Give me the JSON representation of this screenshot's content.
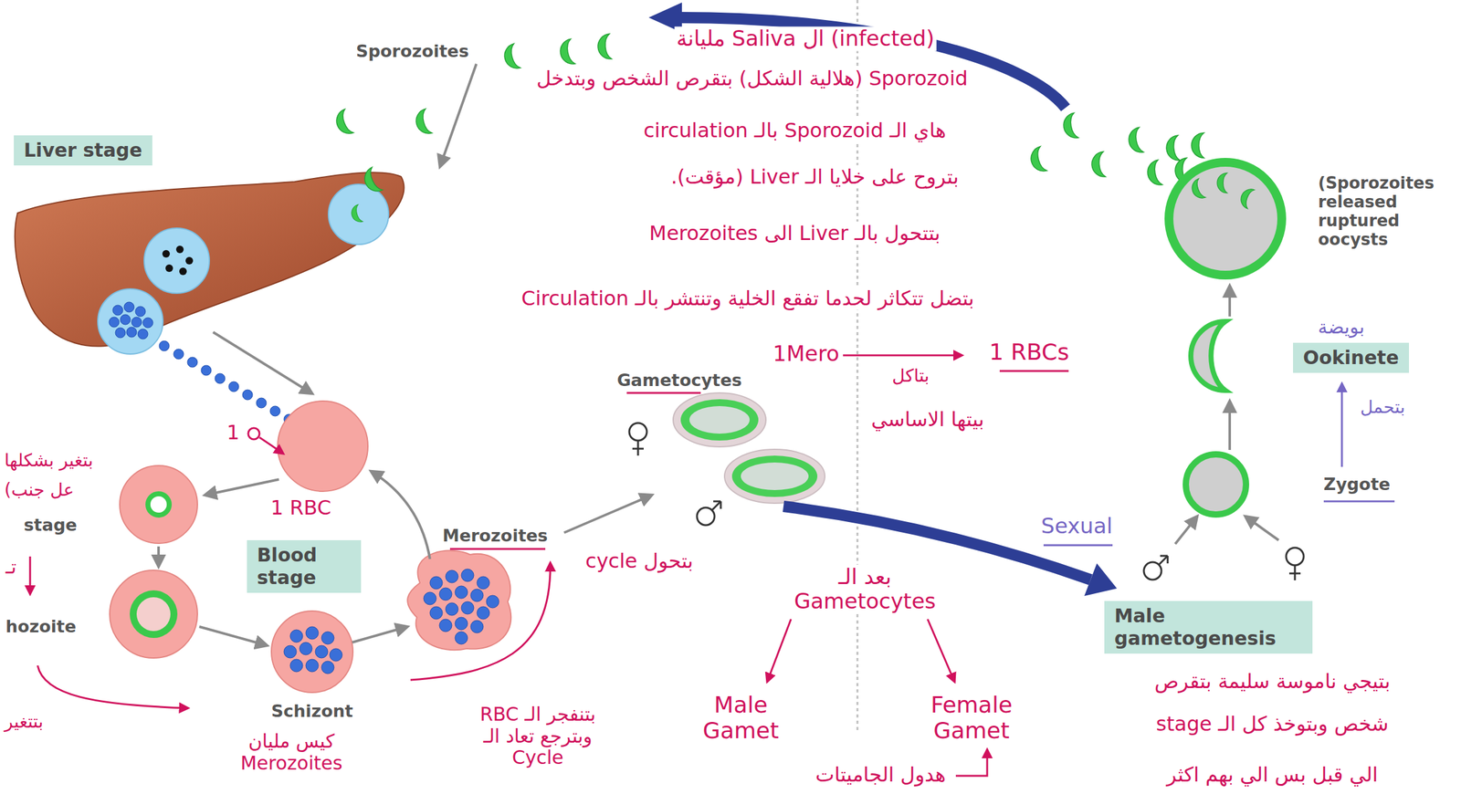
{
  "diagram": {
    "nodes": [
      {
        "text": [
          "Liver stage"
        ]
      },
      {
        "text": [
          "Blood stage"
        ]
      },
      {
        "text": [
          "Male gametogenesis"
        ]
      },
      {
        "text": [
          "Ookinete"
        ]
      }
    ],
    "labels": [
      "Sporozoites",
      "مليانة Saliva ال (infected)",
      "Sporozoid (هلالية الشكل) بتقرص الشخص وبتدخل",
      "هاي الـ Sporozoid بالـ circulation",
      "بتروح على خلايا الـ Liver (مؤقت).",
      "بتتحول بالـ Liver الى Merozoites",
      "بتضل تتكاثر لحدما تفقع الخلية وتنتشر بالـ Circulation",
      "1Mero",
      "بتاكل",
      "1 RBCs",
      "بيتها الاساسي",
      "(Sporozoites released ruptured oocysts",
      "بويضة",
      "Gametocytes",
      "1",
      "1 RBC",
      "بتحمل",
      "Zygote",
      "Sexual",
      "بتغير بشكلها",
      "عل جنب)",
      "stage",
      "تـ",
      "hozoite",
      "Merozoites",
      "بتحول cycle",
      "بعد الـ Gametocytes",
      "Schizont",
      "Male Gamet",
      "Female Gamet",
      "بتيجي ناموسة سليمة بتقرص",
      "شخص وبتوخذ كل الـ stage",
      "بتنفجر الـ RBC وبترجع تعاد الـ Cycle",
      "بتتغير",
      "كيس مليان Merozoites",
      "هدول الجاميتات",
      "الي قبل بس الي بهم اكثر"
    ]
  }
}
